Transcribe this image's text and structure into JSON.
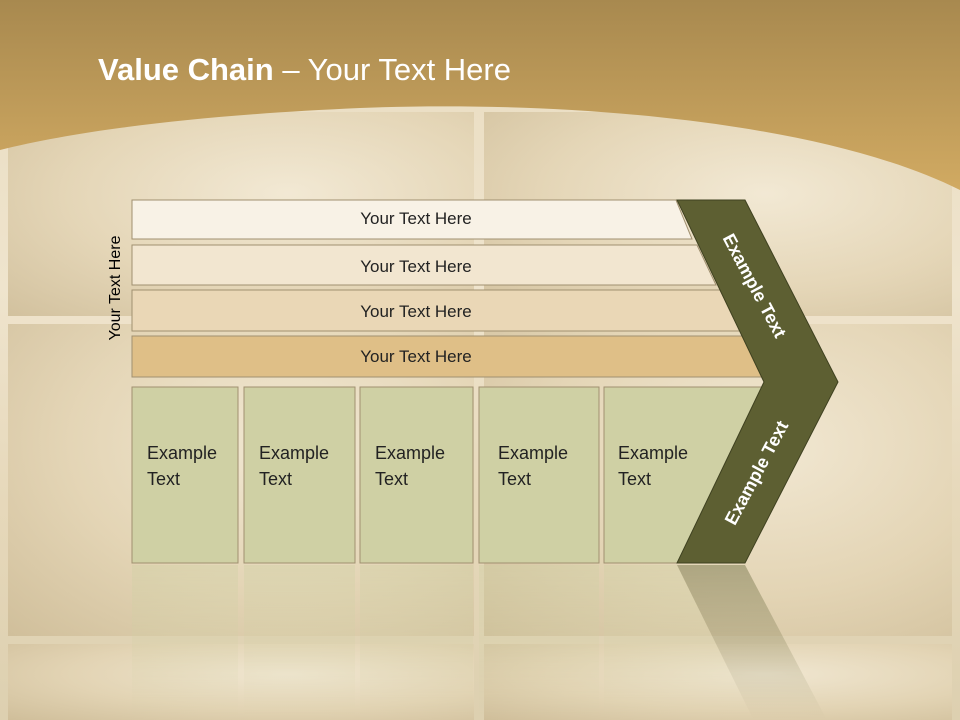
{
  "slide": {
    "title_bold": "Value Chain",
    "title_rest": " – Your Text Here",
    "side_label": "Your Text Here",
    "rows": [
      {
        "label": "Your Text Here"
      },
      {
        "label": "Your Text Here"
      },
      {
        "label": "Your Text Here"
      },
      {
        "label": "Your Text Here"
      }
    ],
    "cells": [
      {
        "label": "Example\nText"
      },
      {
        "label": "Example\nText"
      },
      {
        "label": "Example\nText"
      },
      {
        "label": "Example\nText"
      },
      {
        "label": "Example\nText"
      }
    ],
    "arrow_top_label": "Example Text",
    "arrow_bottom_label": "Example Text",
    "colors": {
      "banner": "#c9a45e",
      "row_1": "#f8f2e6",
      "row_2": "#f2e6d0",
      "row_3": "#ead7b6",
      "row_4": "#dfbf87",
      "cell": "#cfd0a4",
      "arrow": "#5d5f32",
      "outline": "#a09070"
    }
  }
}
